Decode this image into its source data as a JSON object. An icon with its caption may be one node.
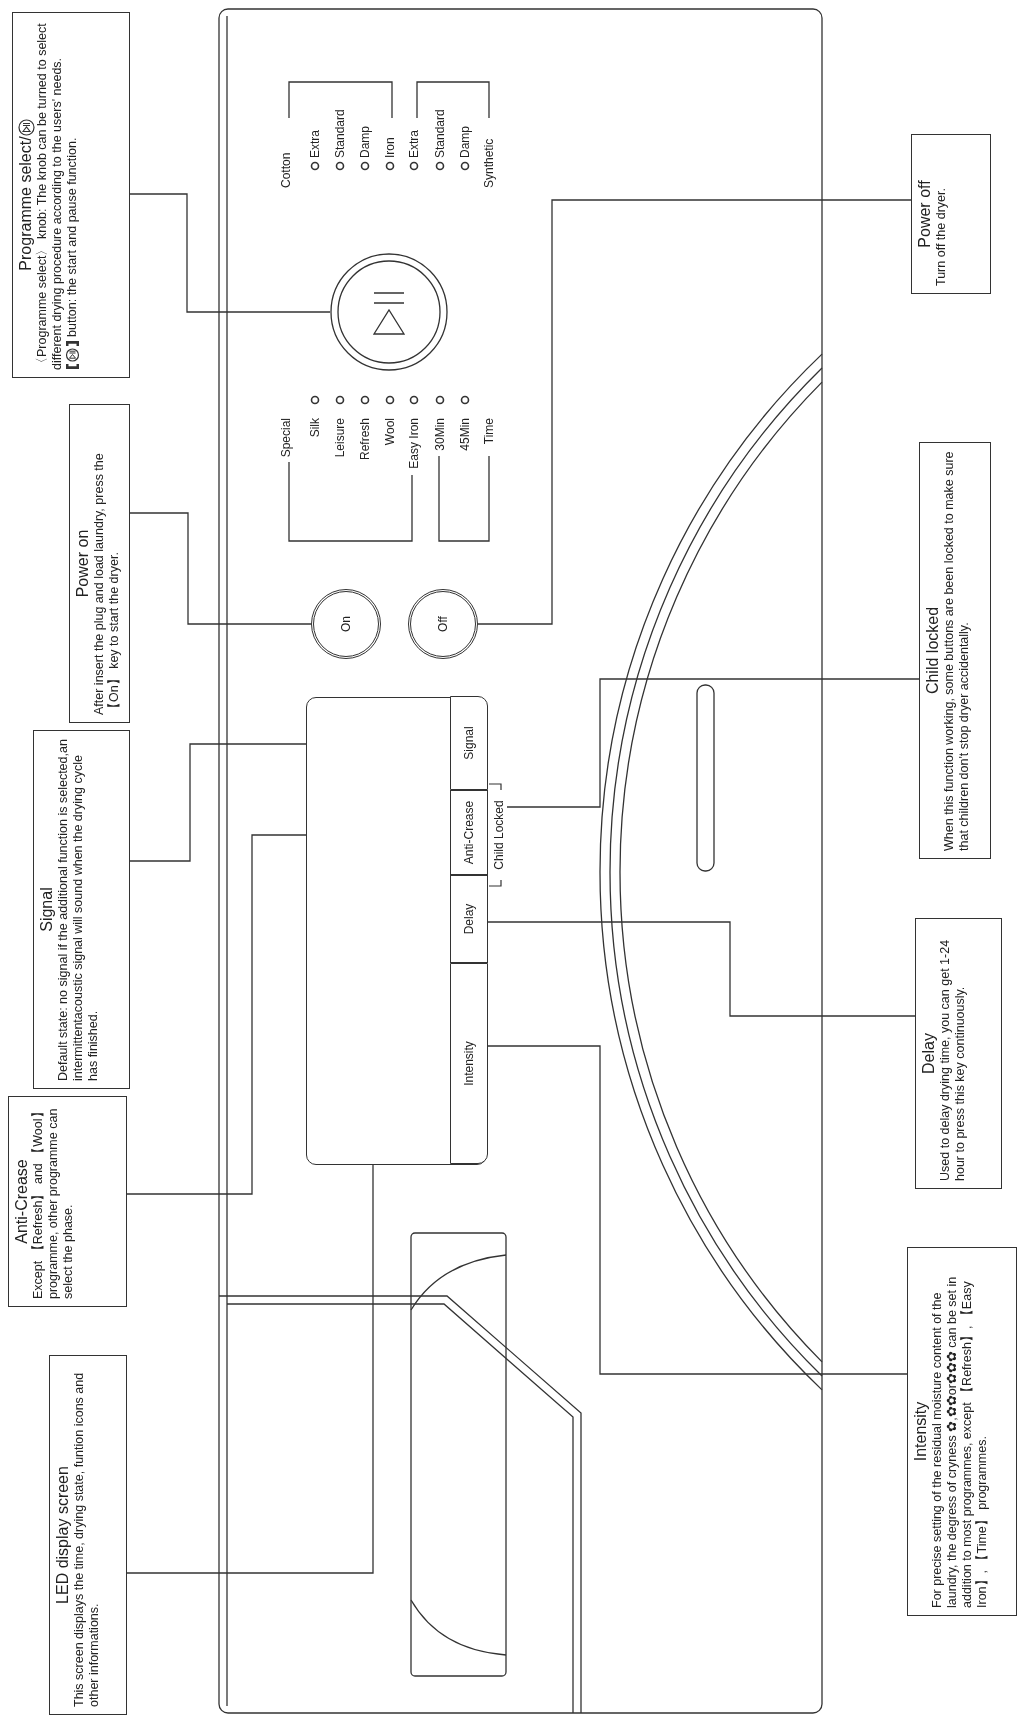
{
  "diagram": {
    "nodes": [
      {
        "text": [
          "LED display screen",
          "This screen displays the time, drying state, funtion icons and other informations."
        ]
      },
      {
        "text": [
          "Anti-Crease",
          "Except 【Refresh】 and 【Wool】 programme, other programme can select the phase."
        ]
      },
      {
        "text": [
          "Signal",
          "Default state: no signal if the additional function is selected,an intermittentacoustic signal will sound when the drying cycle has finished."
        ]
      },
      {
        "text": [
          "Power on",
          "After insert the plug and load laundry, press the 【On】 key to start the dryer."
        ]
      },
      {
        "text": [
          "Programme select/",
          "〈Programme select〉 knob: The knob can be turned to select different drying procedure according to the users' needs.",
          "button: the start and pause function."
        ]
      },
      {
        "text": [
          "Intensity",
          "For precise setting of the residual moisture content of the laundry, the degress of cryness ✿,✿✿or✿✿✿ can be set in addition to most programmes, except 【Refresh】, 【Easy Iron】, 【Time】 programmes."
        ]
      },
      {
        "text": [
          "Delay",
          "Used to delay drying time, you can get 1-24 hour to press this key continuously."
        ]
      },
      {
        "text": [
          "Child locked",
          "When this function working, some buttons are been locked to make sure that children don't stop dryer accidentally."
        ]
      },
      {
        "text": [
          "Power off",
          "Turn off the dryer."
        ]
      },
      {
        "text": [],
        "shape": "circle"
      },
      {
        "text": [
          "On"
        ]
      },
      {
        "text": [
          "Off"
        ]
      },
      {
        "text": [],
        "shape": "box"
      },
      {
        "text": [
          "Signal"
        ],
        "in": 12
      },
      {
        "text": [
          "Anti-Crease"
        ],
        "in": 12
      },
      {
        "text": [
          "Delay"
        ],
        "in": 12
      },
      {
        "text": [
          "Intensity"
        ],
        "in": 12
      },
      {
        "text": [
          "Child Locked"
        ]
      }
    ],
    "edges": [
      {
        "from": 0,
        "to": 12,
        "arrow": "none"
      },
      {
        "from": 1,
        "to": 14,
        "arrow": "none"
      },
      {
        "from": 2,
        "to": 13,
        "arrow": "none"
      },
      {
        "from": 3,
        "to": 10,
        "arrow": "none"
      },
      {
        "from": 4,
        "to": 9,
        "arrow": "none"
      },
      {
        "from": 5,
        "to": 16,
        "arrow": "none"
      },
      {
        "from": 6,
        "to": 15,
        "arrow": "none"
      },
      {
        "from": 7,
        "to": 17,
        "arrow": "none"
      },
      {
        "from": 8,
        "to": 11,
        "arrow": "none"
      }
    ],
    "labels": [
      "Special",
      "Silk",
      "Leisure",
      "Refresh",
      "Wool",
      "Easy Iron",
      "30Min",
      "45Min",
      "Time",
      "Cotton",
      "Extra",
      "Standard",
      "Damp",
      "Iron",
      "Extra",
      "Standard",
      "Damp",
      "Synthetic"
    ]
  }
}
